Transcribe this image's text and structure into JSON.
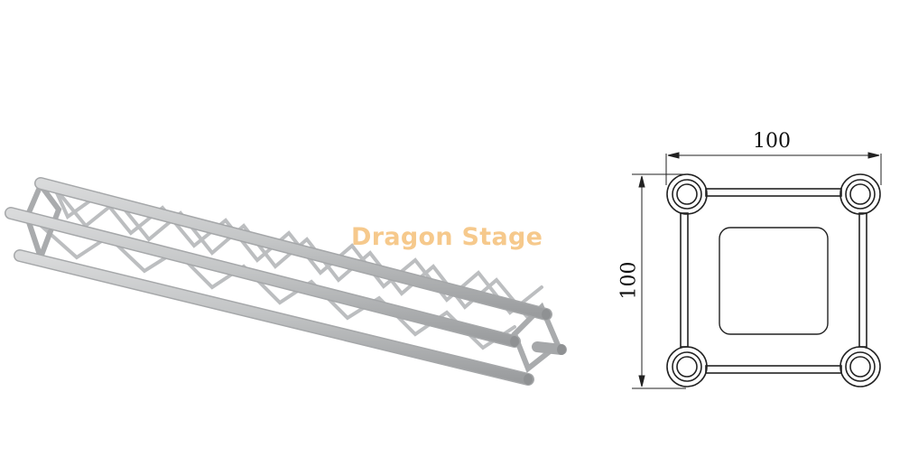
{
  "watermark": {
    "text": "Dragon Stage",
    "color": "#f6c98c"
  },
  "isometric_view": {
    "subject": "square aluminum truss segment",
    "chords": 4,
    "tube_color": "#b8babc"
  },
  "cross_section": {
    "width_label": "100",
    "height_label": "100",
    "line_color": "#222222"
  }
}
